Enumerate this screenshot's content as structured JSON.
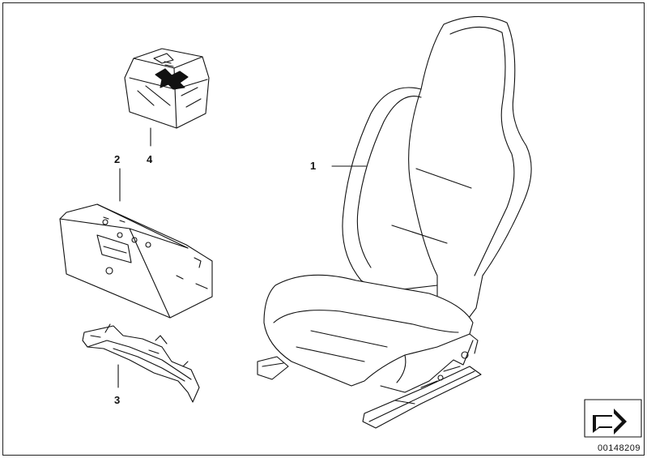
{
  "diagram": {
    "callouts": [
      {
        "id": "1",
        "label": "1"
      },
      {
        "id": "2",
        "label": "2"
      },
      {
        "id": "3",
        "label": "3"
      },
      {
        "id": "4",
        "label": "4"
      }
    ],
    "document_number": "00148209",
    "icons": [
      "first-aid-kit-icon",
      "storage-box-icon",
      "bracket-icon",
      "sport-seat-icon",
      "direction-arrow-icon"
    ],
    "colors": {
      "line": "#111111",
      "background": "#ffffff"
    }
  }
}
